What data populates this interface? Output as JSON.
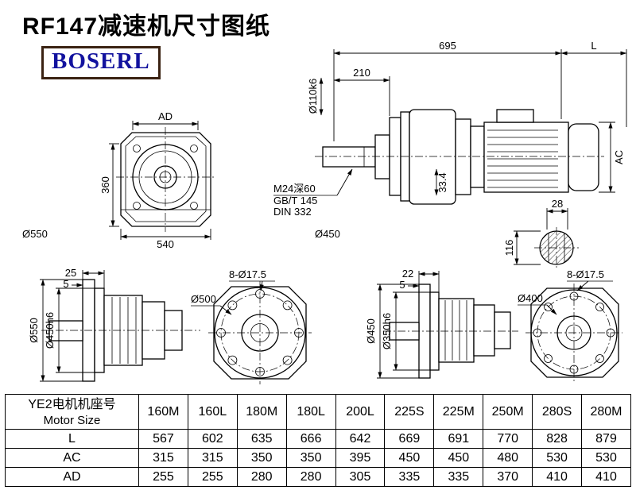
{
  "page": {
    "title": "RF147减速机尺寸图纸",
    "logo_text": "BOSERL"
  },
  "colors": {
    "logo_text": "#12129e",
    "logo_border": "#3a2212",
    "drawing_line": "#000000"
  },
  "views": {
    "front_view": {
      "ad": "AD",
      "v360": "360",
      "v540": "540",
      "d550": "Ø550"
    },
    "side_view": {
      "v695": "695",
      "len": "L",
      "v210": "210",
      "shaft_dia": "Ø110k6",
      "m24": "M24深60",
      "gbt": "GB/T 145",
      "din": "DIN 332",
      "v334": "33.4",
      "ac": "AC",
      "v28": "28",
      "v116": "116",
      "d450": "Ø450"
    },
    "output_left": {
      "v25": "25",
      "v5": "5",
      "d550": "Ø550",
      "d450h6": "Ø450h6",
      "holes": "8-Ø17.5",
      "d500": "Ø500"
    },
    "output_right": {
      "v22": "22",
      "v5": "5",
      "d450": "Ø450",
      "d350h6": "Ø350h6",
      "d400": "Ø400",
      "holes": "8-Ø17.5"
    }
  },
  "table": {
    "motor_label_cn": "YE2电机机座号",
    "motor_label_en": "Motor Size",
    "columns": [
      "160M",
      "160L",
      "180M",
      "180L",
      "200L",
      "225S",
      "225M",
      "250M",
      "280S",
      "280M"
    ],
    "rows": [
      {
        "label": "L",
        "values": [
          "567",
          "602",
          "635",
          "666",
          "642",
          "669",
          "691",
          "770",
          "828",
          "879"
        ]
      },
      {
        "label": "AC",
        "values": [
          "315",
          "315",
          "350",
          "350",
          "395",
          "450",
          "450",
          "480",
          "530",
          "530"
        ]
      },
      {
        "label": "AD",
        "values": [
          "255",
          "255",
          "280",
          "280",
          "305",
          "335",
          "335",
          "370",
          "410",
          "410"
        ]
      }
    ]
  }
}
